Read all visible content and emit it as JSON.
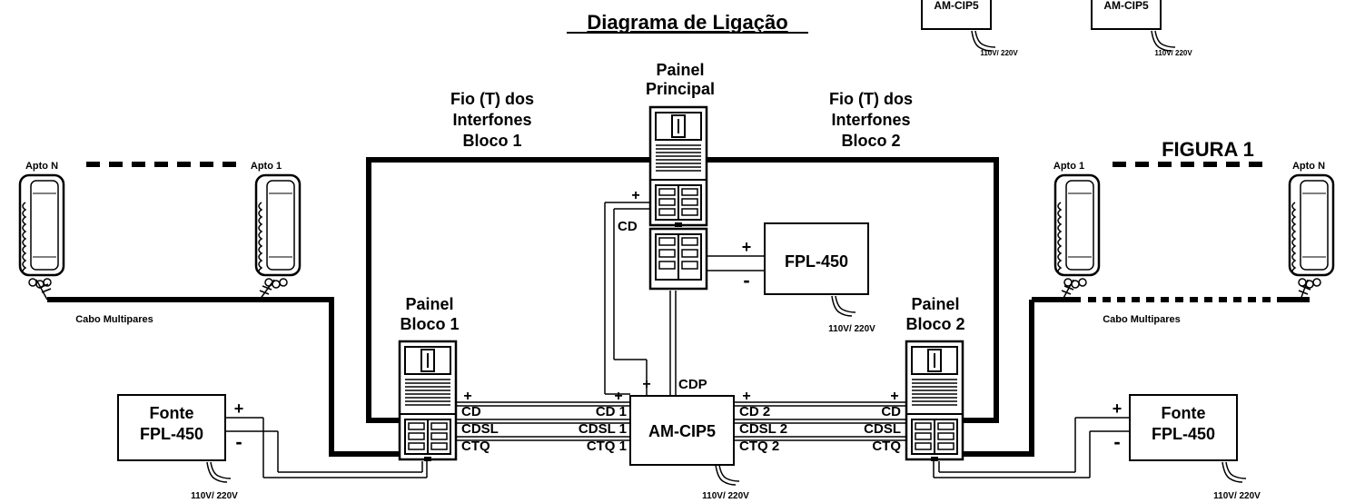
{
  "title": "Diagrama de Ligação",
  "figure_label": "FIGURA 1",
  "top_boxes": [
    {
      "label": "AM-CIP5",
      "voltage": "110V/ 220V"
    },
    {
      "label": "AM-CIP5",
      "voltage": "110V/ 220V"
    }
  ],
  "main_panel": {
    "line1": "Painel",
    "line2": "Principal"
  },
  "wire_labels": {
    "left": {
      "line1": "Fio (T) dos",
      "line2": "Interfones",
      "line3": "Bloco 1"
    },
    "right": {
      "line1": "Fio (T) dos",
      "line2": "Interfones",
      "line3": "Bloco 2"
    }
  },
  "apartments": {
    "left_first": "Apto N",
    "left_last": "Apto 1",
    "right_first": "Apto 1",
    "right_last": "Apto N"
  },
  "cable_label": "Cabo Multipares",
  "block_panels": {
    "left": {
      "line1": "Painel",
      "line2": "Bloco 1"
    },
    "right": {
      "line1": "Painel",
      "line2": "Bloco 2"
    }
  },
  "power_supplies": {
    "left": {
      "line1": "Fonte",
      "line2": "FPL-450",
      "voltage": "110V/ 220V"
    },
    "right": {
      "line1": "Fonte",
      "line2": "FPL-450",
      "voltage": "110V/ 220V"
    },
    "center": {
      "label": "FPL-450",
      "voltage": "110V/ 220V"
    }
  },
  "controller": {
    "label": "AM-CIP5",
    "voltage": "110V/ 220V"
  },
  "terminals": {
    "plus": "+",
    "minus": "-",
    "cd": "CD",
    "cdsl": "CDSL",
    "ctq": "CTQ",
    "cd1": "CD 1",
    "cdsl1": "CDSL 1",
    "ctq1": "CTQ 1",
    "cd2": "CD 2",
    "cdsl2": "CDSL 2",
    "ctq2": "CTQ 2",
    "cdp": "CDP"
  }
}
